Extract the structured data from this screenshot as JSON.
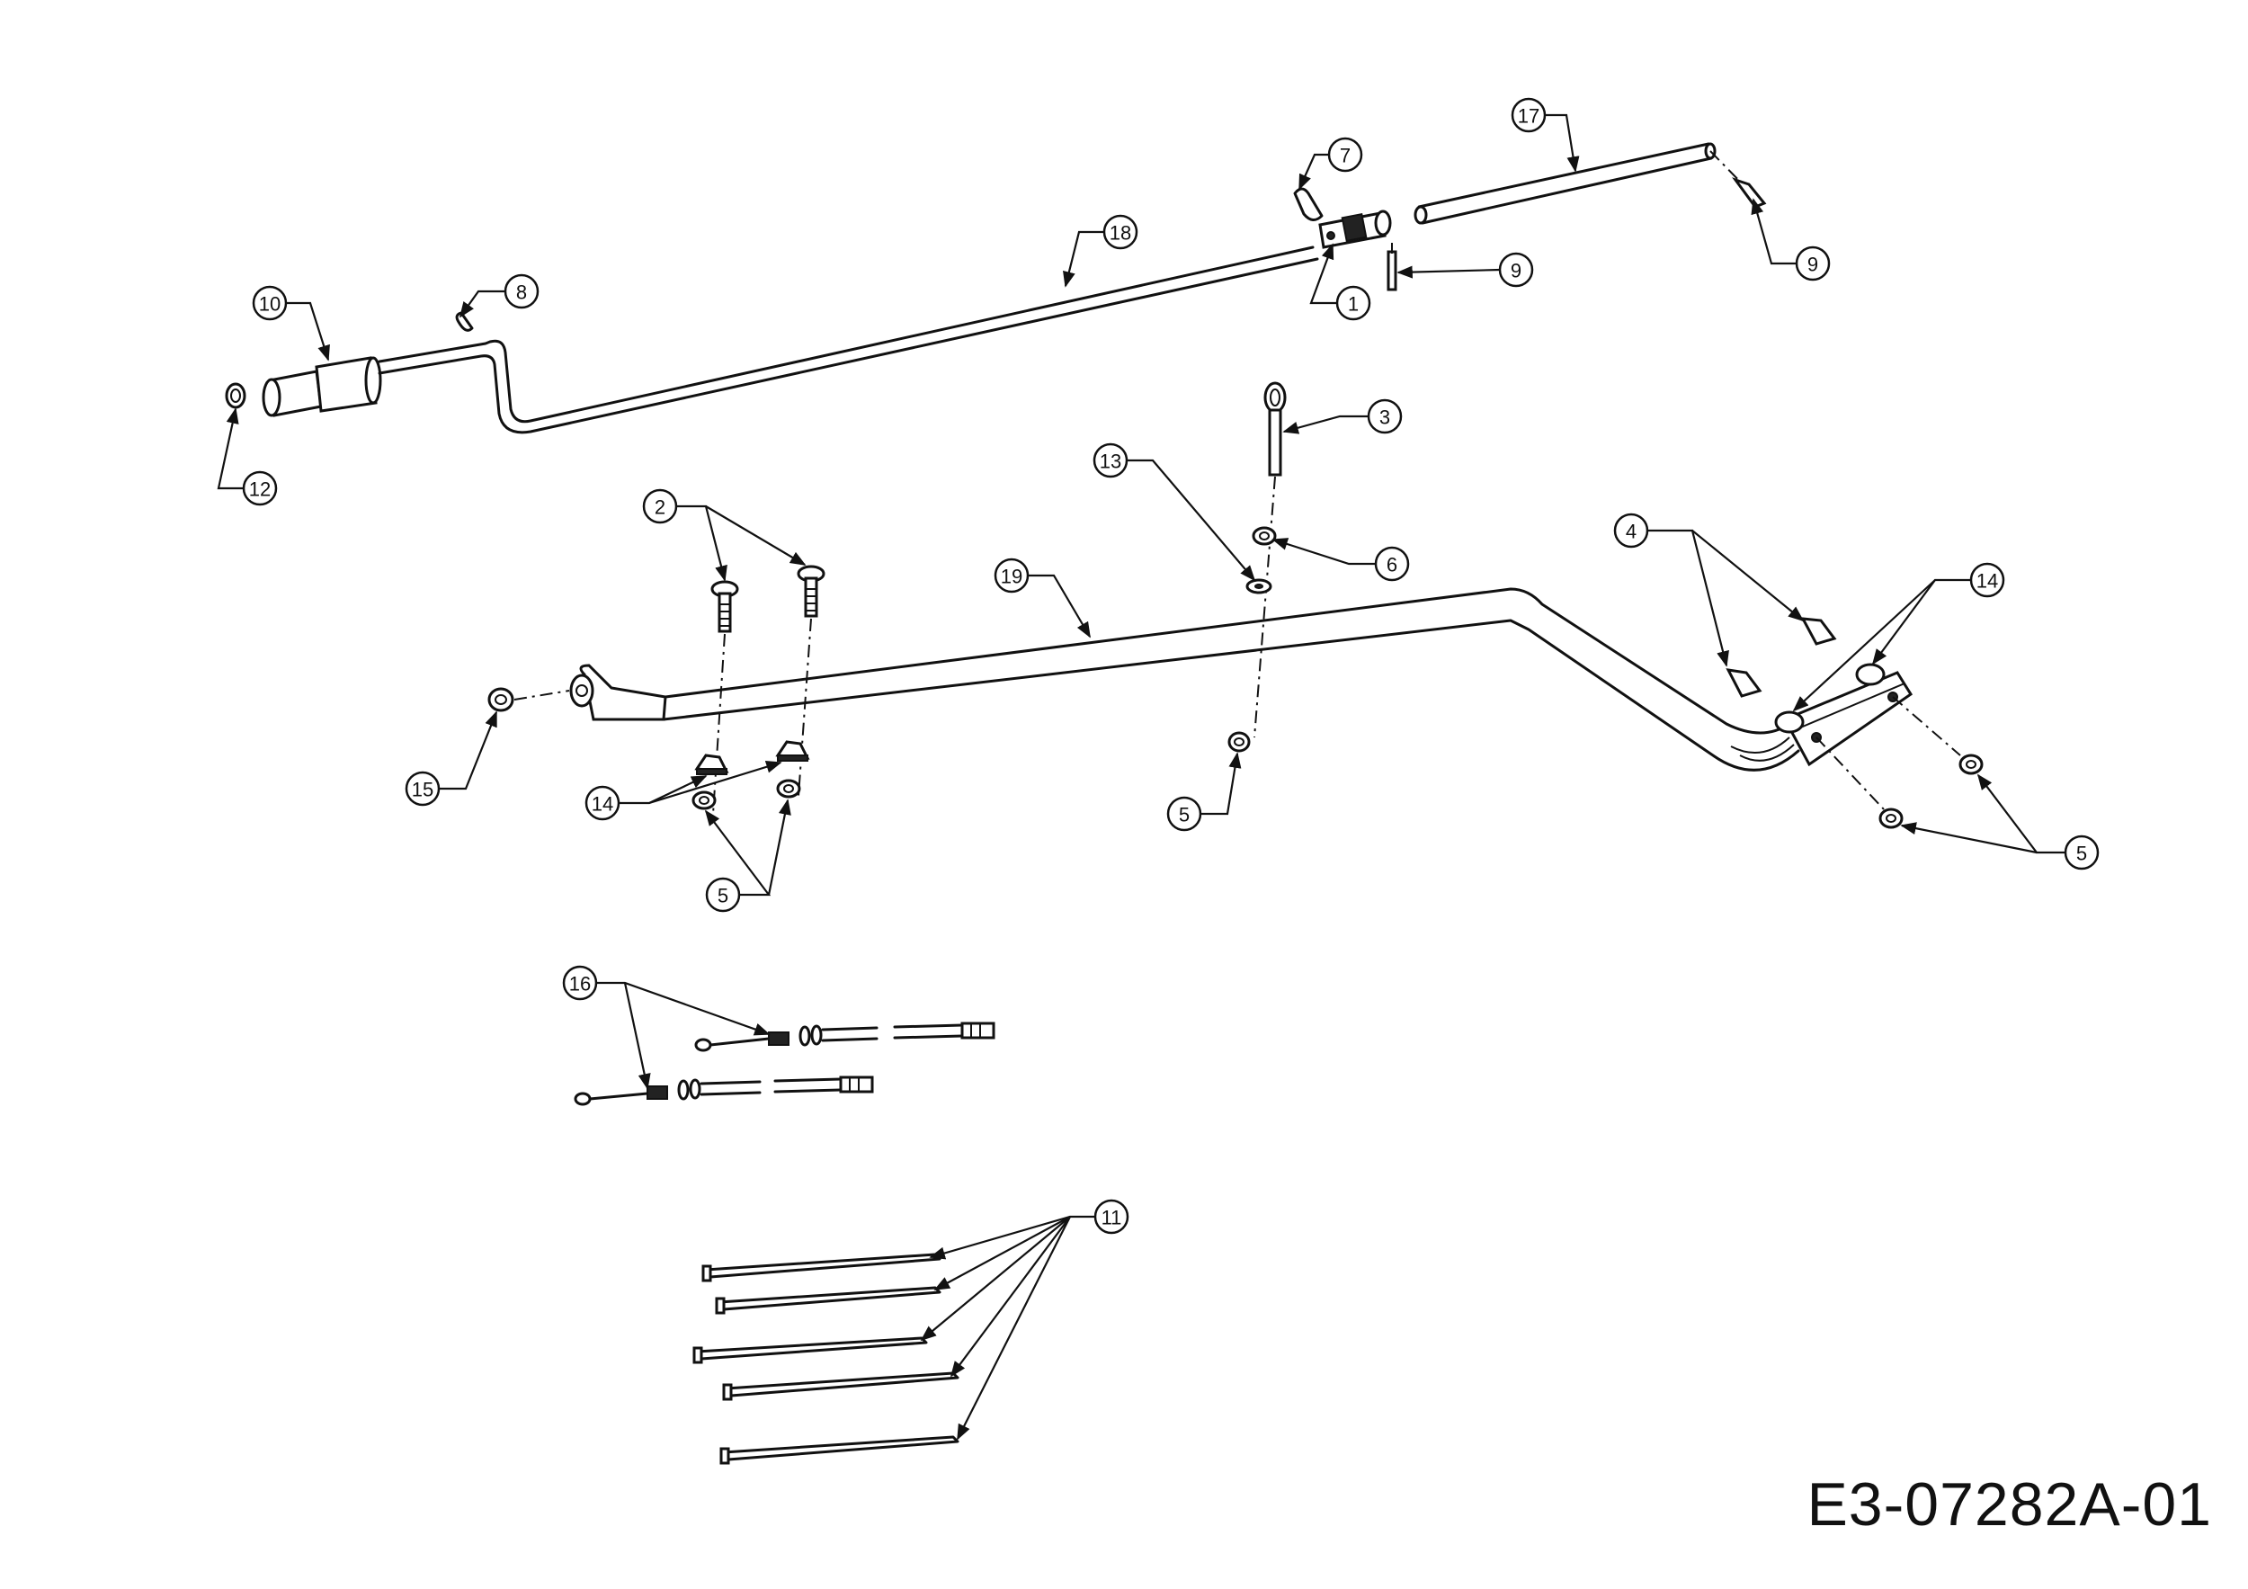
{
  "drawing_code": "E3-07282A-01",
  "callouts": [
    {
      "id": "c1",
      "label": "1"
    },
    {
      "id": "c2",
      "label": "2"
    },
    {
      "id": "c3",
      "label": "3"
    },
    {
      "id": "c4",
      "label": "4"
    },
    {
      "id": "c5a",
      "label": "5"
    },
    {
      "id": "c5b",
      "label": "5"
    },
    {
      "id": "c5c",
      "label": "5"
    },
    {
      "id": "c6",
      "label": "6"
    },
    {
      "id": "c7",
      "label": "7"
    },
    {
      "id": "c8",
      "label": "8"
    },
    {
      "id": "c9a",
      "label": "9"
    },
    {
      "id": "c9b",
      "label": "9"
    },
    {
      "id": "c10",
      "label": "10"
    },
    {
      "id": "c11",
      "label": "11"
    },
    {
      "id": "c12",
      "label": "12"
    },
    {
      "id": "c13",
      "label": "13"
    },
    {
      "id": "c14a",
      "label": "14"
    },
    {
      "id": "c14b",
      "label": "14"
    },
    {
      "id": "c15",
      "label": "15"
    },
    {
      "id": "c16",
      "label": "16"
    },
    {
      "id": "c17",
      "label": "17"
    },
    {
      "id": "c18",
      "label": "18"
    },
    {
      "id": "c19",
      "label": "19"
    }
  ]
}
